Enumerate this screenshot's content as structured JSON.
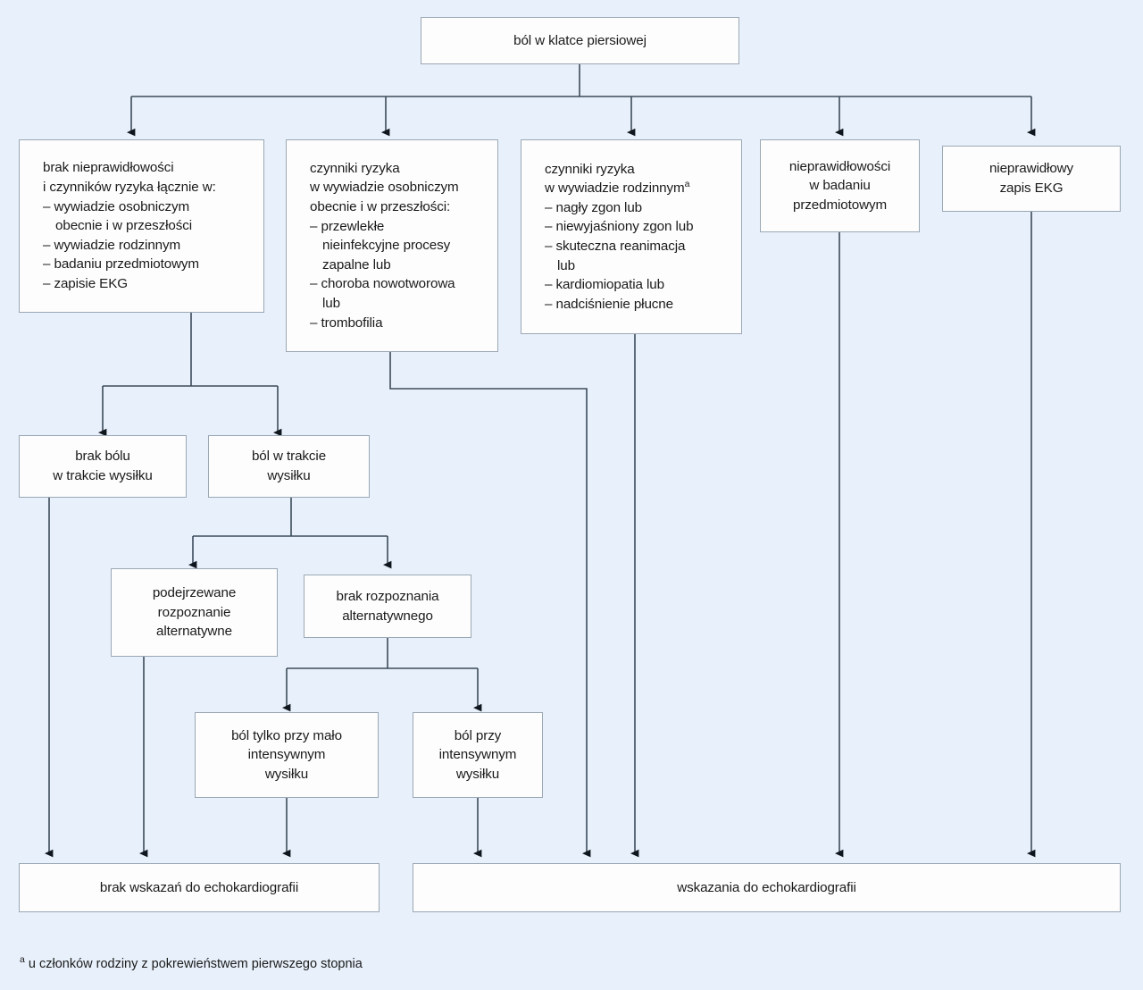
{
  "diagram": {
    "title": "ból w klatce piersiowej",
    "background_color": "#e8f1fb",
    "box_fill_color": "#fdfdfd",
    "box_border_color": "#9aa7b4",
    "edge_color": "#3c4a5a",
    "footnote_marker": "a",
    "footnote_text": "u członków rodziny z pokrewieństwem pierwszego stopnia",
    "nodes": {
      "root": {
        "id": "chest-pain",
        "lines": [
          "ból w klatce piersiowej"
        ]
      },
      "criteria_no_abnormalities": {
        "id": "no-abnormalities",
        "lines": [
          "brak nieprawidłowości",
          "i czynników ryzyka łącznie w:",
          "– wywiadzie osobniczym",
          "obecnie i w przeszłości",
          "– wywiadzie rodzinnym",
          "– badaniu przedmiotowym",
          "– zapisie EKG"
        ]
      },
      "criteria_personal_history": {
        "id": "personal-history-risk",
        "lines": [
          "czynniki ryzyka",
          "w wywiadzie osobniczym",
          "obecnie i w przeszłości:",
          "– przewlekłe",
          "nieinfekcyjne procesy",
          "zapalne lub",
          "– choroba nowotworowa",
          "lub",
          "– trombofilia"
        ]
      },
      "criteria_family_history": {
        "id": "family-history-risk",
        "lines": [
          "czynniki ryzyka",
          "w wywiadzie rodzinnym",
          "– nagły zgon lub",
          "– niewyjaśniony zgon lub",
          "– skuteczna reanimacja",
          "lub",
          "– kardiomiopatia lub",
          "– nadciśnienie płucne"
        ],
        "superscript_line_index": 1,
        "superscript": "a"
      },
      "criteria_physical_exam": {
        "id": "abnormal-physical-exam",
        "lines": [
          "nieprawidłowości",
          "w badaniu",
          "przedmiotowym"
        ]
      },
      "criteria_ecg": {
        "id": "abnormal-ecg",
        "lines": [
          "nieprawidłowy",
          "zapis EKG"
        ]
      },
      "no_pain_exertion": {
        "id": "no-pain-during-exertion",
        "lines": [
          "brak bólu",
          "w trakcie wysiłku"
        ]
      },
      "pain_exertion": {
        "id": "pain-during-exertion",
        "lines": [
          "ból w trakcie",
          "wysiłku"
        ]
      },
      "suspected_alternative": {
        "id": "suspected-alternative-diagnosis",
        "lines": [
          "podejrzewane",
          "rozpoznanie",
          "alternatywne"
        ]
      },
      "no_alternative": {
        "id": "no-alternative-diagnosis",
        "lines": [
          "brak rozpoznania",
          "alternatywnego"
        ]
      },
      "pain_low_intensity": {
        "id": "pain-only-low-intensity-exertion",
        "lines": [
          "ból tylko przy mało",
          "intensywnym",
          "wysiłku"
        ]
      },
      "pain_high_intensity": {
        "id": "pain-intense-exertion",
        "lines": [
          "ból przy",
          "intensywnym",
          "wysiłku"
        ]
      },
      "outcome_no_echo": {
        "id": "no-echo-indication",
        "lines": [
          "brak wskazań do echokardiografii"
        ]
      },
      "outcome_echo": {
        "id": "echo-indication",
        "lines": [
          "wskazania do echokardiografii"
        ]
      }
    }
  }
}
